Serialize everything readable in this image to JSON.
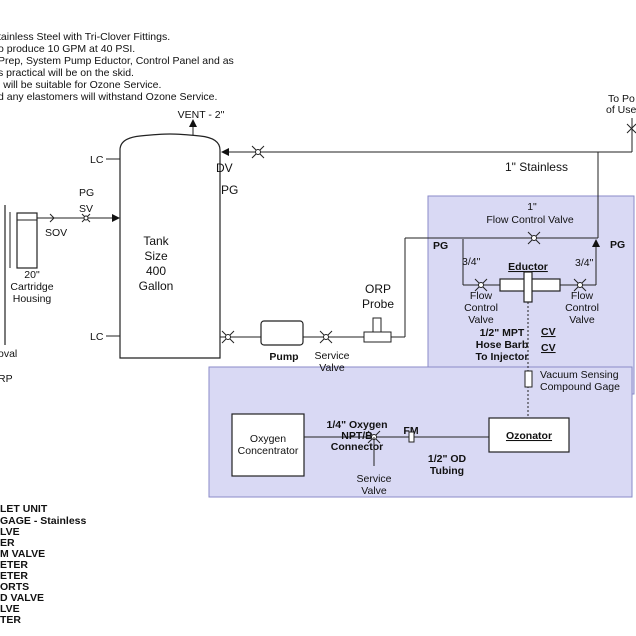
{
  "notes": [
    "tainless Steel with Tri-Clover Fittings.",
    "o produce 10 GPM at 40 PSI.",
    "Prep, System Pump Eductor, Control Panel and as",
    "s practical will be on the skid.",
    "l will be suitable for Ozone Service.",
    "d any elastomers will withstand Ozone Service."
  ],
  "legend": [
    "LET UNIT",
    "GAGE  -  Stainless",
    "LVE",
    "ER",
    "M VALVE",
    "ETER",
    "ETER",
    "ORTS",
    "D VALVE",
    "LVE",
    "TER"
  ],
  "labels": {
    "vent": "VENT - 2\"",
    "lc_top": "LC",
    "lc_bottom": "LC",
    "pg_left": "PG",
    "sv": "SV",
    "sov": "SOV",
    "tank": [
      "Tank",
      "Size",
      "400",
      "Gallon"
    ],
    "cartridge": [
      "20\"",
      "Cartridge",
      "Housing"
    ],
    "oval": "oval",
    "rp": "RP",
    "dv": "DV",
    "pg_dv": "PG",
    "stainless_line": "1\" Stainless",
    "to_point": [
      "To Po",
      "of Use"
    ],
    "fcv_top": [
      "1\"",
      "Flow Control Valve"
    ],
    "pg_eductor_left": "PG",
    "pg_eductor_right": "PG",
    "three_quarter_left": "3/4\"",
    "three_quarter_right": "3/4\"",
    "eductor": "Eductor",
    "fcv_left": [
      "Flow",
      "Control",
      "Valve"
    ],
    "fcv_right": [
      "Flow",
      "Control",
      "Valve"
    ],
    "mpt": [
      "1/2\" MPT",
      "Hose Barb",
      "To Injector"
    ],
    "cv1": "CV",
    "cv2": "CV",
    "orp": [
      "ORP",
      "Probe"
    ],
    "pump": "Pump",
    "service_valve_1": [
      "Service",
      "Valve"
    ],
    "vacuum": [
      "Vacuum Sensing",
      "Compound Gage"
    ],
    "oxygen": [
      "Oxygen",
      "Concentrator"
    ],
    "connector": [
      "1/4\" Oxygen",
      "NPT/B",
      "Connector"
    ],
    "fm": "FM",
    "tubing": [
      "1/2\" OD",
      "Tubing"
    ],
    "service_valve_2": [
      "Service",
      "Valve"
    ],
    "ozonator": "Ozonator"
  },
  "colors": {
    "panel_fill": "#d9d9f4",
    "panel_stroke": "#8a8ac8",
    "line": "#222222"
  }
}
